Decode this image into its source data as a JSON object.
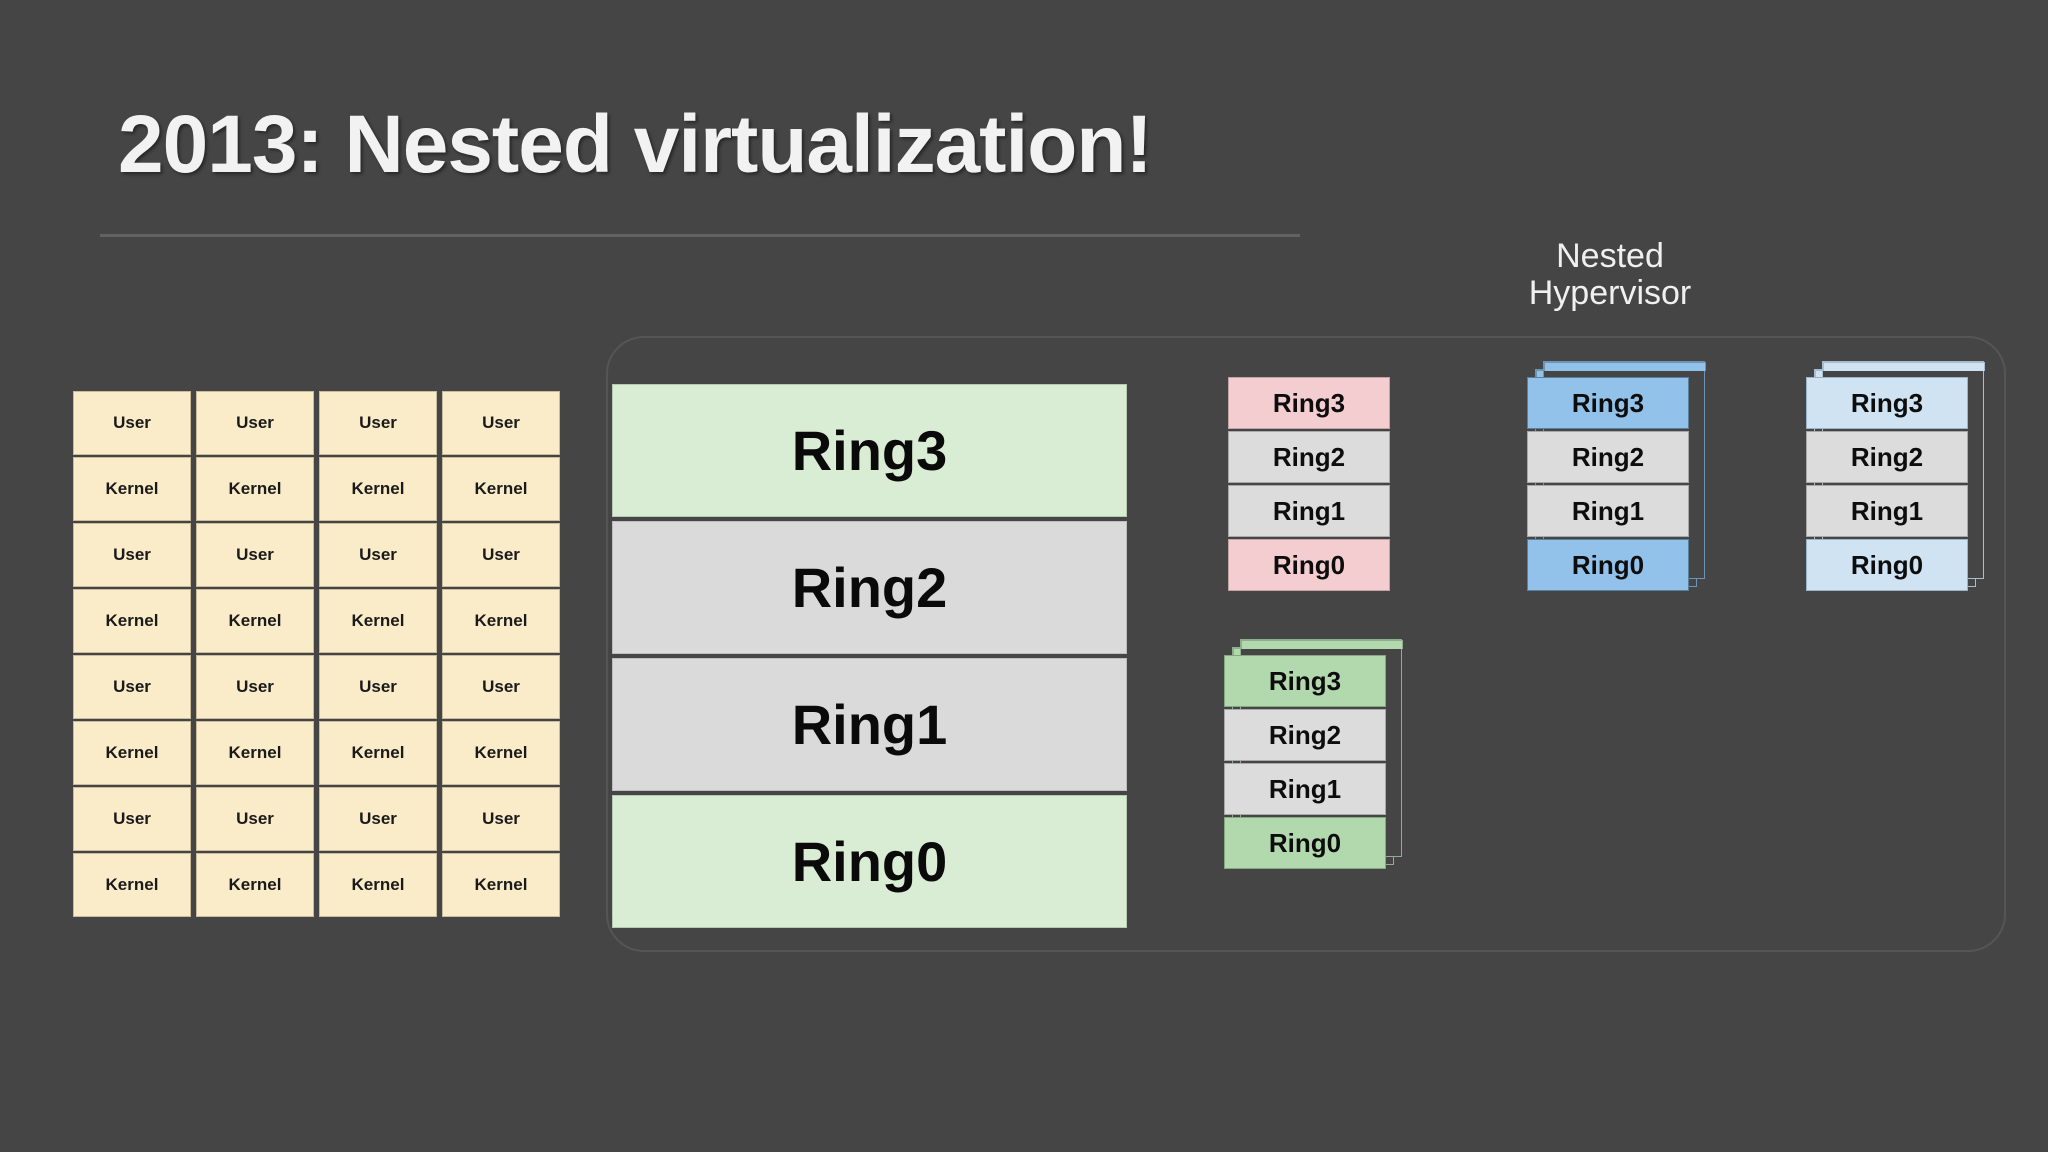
{
  "slide": {
    "title": "2013: Nested virtualization!",
    "background_color": "#454545",
    "title_color": "#f2f2f2"
  },
  "left_grid": {
    "name": "os-instances-grid",
    "columns": 4,
    "rows": 8,
    "cell_color": "#faecc8",
    "row_labels": [
      "User",
      "Kernel",
      "User",
      "Kernel",
      "User",
      "Kernel",
      "User",
      "Kernel"
    ],
    "cells": [
      [
        "User",
        "User",
        "User",
        "User"
      ],
      [
        "Kernel",
        "Kernel",
        "Kernel",
        "Kernel"
      ],
      [
        "User",
        "User",
        "User",
        "User"
      ],
      [
        "Kernel",
        "Kernel",
        "Kernel",
        "Kernel"
      ],
      [
        "User",
        "User",
        "User",
        "User"
      ],
      [
        "Kernel",
        "Kernel",
        "Kernel",
        "Kernel"
      ],
      [
        "User",
        "User",
        "User",
        "User"
      ],
      [
        "Kernel",
        "Kernel",
        "Kernel",
        "Kernel"
      ]
    ]
  },
  "center_rings": {
    "name": "privilege-ring-stack",
    "items": [
      {
        "label": "Ring3",
        "tone": "green"
      },
      {
        "label": "Ring2",
        "tone": "grey"
      },
      {
        "label": "Ring1",
        "tone": "grey"
      },
      {
        "label": "Ring0",
        "tone": "green"
      }
    ],
    "green": "#d9ecd4",
    "grey": "#dadada"
  },
  "nested_label": {
    "line1": "Nested",
    "line2": "Hypervisor"
  },
  "stacks": [
    {
      "id": "pink",
      "name": "guest-vm-pink",
      "stacked_copies": 0,
      "accent": "#f3cdd0",
      "items": [
        {
          "label": "Ring3",
          "tone": "pink"
        },
        {
          "label": "Ring2",
          "tone": "grey"
        },
        {
          "label": "Ring1",
          "tone": "grey"
        },
        {
          "label": "Ring0",
          "tone": "pink"
        }
      ]
    },
    {
      "id": "green",
      "name": "guest-vm-green",
      "stacked_copies": 2,
      "accent": "#b2d8ae",
      "items": [
        {
          "label": "Ring3",
          "tone": "green"
        },
        {
          "label": "Ring2",
          "tone": "grey"
        },
        {
          "label": "Ring1",
          "tone": "grey"
        },
        {
          "label": "Ring0",
          "tone": "green"
        }
      ]
    },
    {
      "id": "blue",
      "name": "nested-hypervisor-vm-blue",
      "stacked_copies": 2,
      "accent": "#92c1ea",
      "items": [
        {
          "label": "Ring3",
          "tone": "blue"
        },
        {
          "label": "Ring2",
          "tone": "grey"
        },
        {
          "label": "Ring1",
          "tone": "grey"
        },
        {
          "label": "Ring0",
          "tone": "blue"
        }
      ]
    },
    {
      "id": "lightblue",
      "name": "guest-vm-light-blue",
      "stacked_copies": 2,
      "accent": "#cfe3f2",
      "items": [
        {
          "label": "Ring3",
          "tone": "lblue"
        },
        {
          "label": "Ring2",
          "tone": "grey"
        },
        {
          "label": "Ring1",
          "tone": "grey"
        },
        {
          "label": "Ring0",
          "tone": "lblue"
        }
      ]
    }
  ]
}
